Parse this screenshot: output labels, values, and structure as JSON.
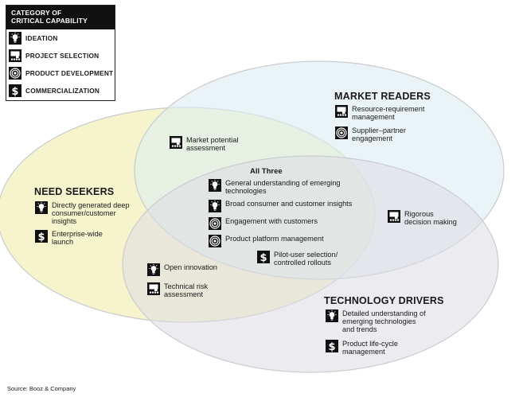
{
  "legend": {
    "title": "CATEGORY OF\nCRITICAL CAPABILITY",
    "items": [
      {
        "icon": "lightbulb-icon",
        "label": "IDEATION"
      },
      {
        "icon": "project-selection-icon",
        "label": "PROJECT SELECTION"
      },
      {
        "icon": "target-icon",
        "label": "PRODUCT DEVELOPMENT"
      },
      {
        "icon": "dollar-icon",
        "label": "COMMERCIALIZATION"
      }
    ]
  },
  "groups": {
    "market_readers": {
      "title": "MARKET READERS",
      "items": [
        {
          "icon": "project-selection-icon",
          "text": "Resource-requirement\nmanagement"
        },
        {
          "icon": "target-icon",
          "text": "Supplier–partner\nengagement"
        }
      ]
    },
    "need_seekers": {
      "title": "NEED SEEKERS",
      "items": [
        {
          "icon": "lightbulb-icon",
          "text": "Directly generated deep\nconsumer/customer\ninsights"
        },
        {
          "icon": "dollar-icon",
          "text": "Enterprise-wide\nlaunch"
        }
      ]
    },
    "technology_drivers": {
      "title": "TECHNOLOGY DRIVERS",
      "items": [
        {
          "icon": "lightbulb-icon",
          "text": "Detailed understanding of\nemerging technologies\nand trends"
        },
        {
          "icon": "dollar-icon",
          "text": "Product life-cycle\nmanagement"
        }
      ]
    }
  },
  "overlaps": {
    "need_market": {
      "icon": "project-selection-icon",
      "text": "Market potential\nassessment"
    },
    "market_tech": {
      "icon": "project-selection-icon",
      "text": "Rigorous\ndecision making"
    },
    "need_tech": [
      {
        "icon": "lightbulb-icon",
        "text": "Open innovation"
      },
      {
        "icon": "project-selection-icon",
        "text": "Technical risk\nassessment"
      }
    ]
  },
  "all_three": {
    "title": "All Three",
    "items": [
      {
        "icon": "lightbulb-icon",
        "text": "General understanding of emerging\ntechnologies"
      },
      {
        "icon": "lightbulb-icon",
        "text": "Broad consumer and customer insights"
      },
      {
        "icon": "target-icon",
        "text": "Engagement with customers"
      },
      {
        "icon": "target-icon",
        "text": "Product platform management"
      },
      {
        "icon": "dollar-icon",
        "text": "Pilot-user selection/\ncontrolled rollouts"
      }
    ]
  },
  "colors": {
    "need_seekers_fill": "#f3f2c4",
    "market_readers_fill": "#dcedf1",
    "technology_drivers_fill": "#dddde3",
    "ellipse_stroke": "#c9cbd0"
  },
  "source": "Source: Booz & Company"
}
